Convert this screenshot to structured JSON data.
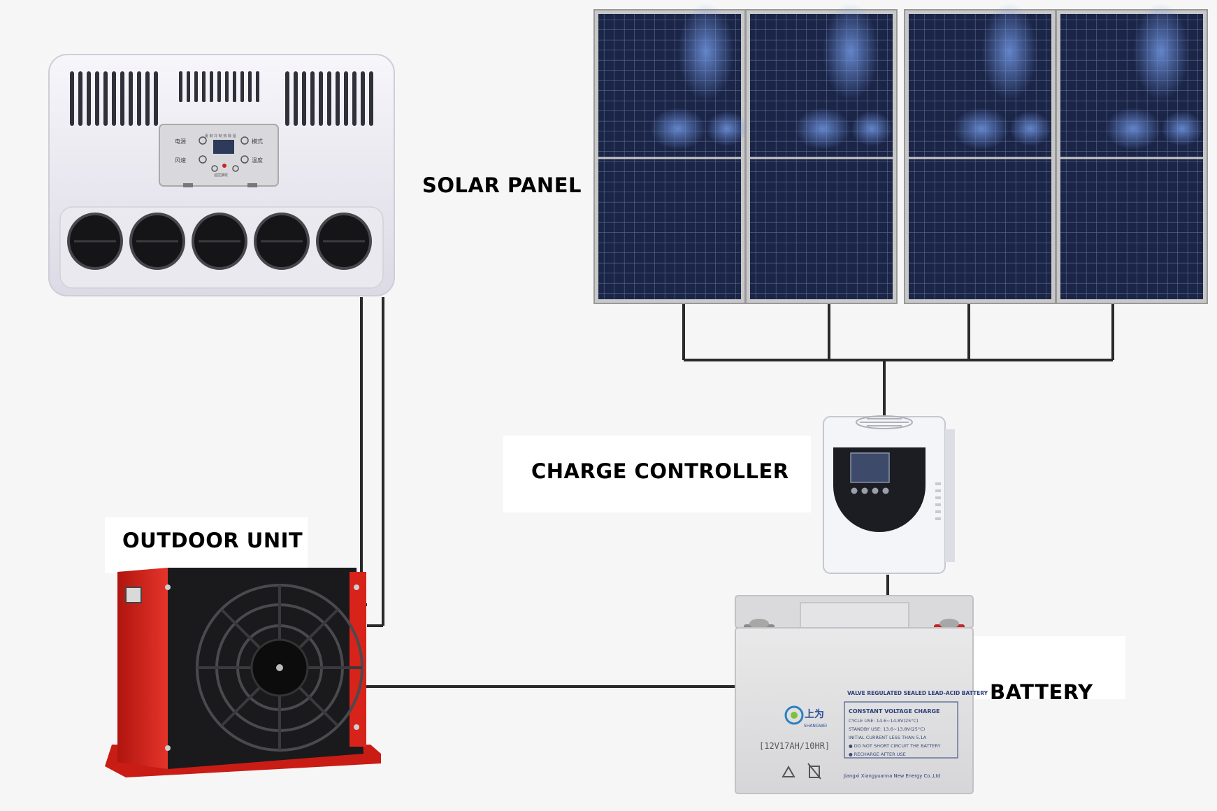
{
  "labels": {
    "solar_panel": "SOLAR PANEL",
    "charge_controller": "CHARGE CONTROLLER",
    "outdoor_unit": "OUTDOOR UNIT",
    "battery": "BATTERY"
  },
  "ac_panel": {
    "left_labels": [
      "电源",
      "风速"
    ],
    "right_labels": [
      "模式",
      "温度"
    ],
    "top_text": "夏 制 冷 制 热 除 湿",
    "bottom_text": "遥控接收"
  },
  "battery_text": {
    "brand_cn": "上为",
    "brand_en": "SHANGWEI",
    "header": "VALVE REGULATED SEALED LEAD-ACID BATTERY",
    "title": "CONSTANT VOLTAGE CHARGE",
    "lines": [
      "CYCLE USE: 14.6~14.8V(25°C)",
      "STANDBY USE: 13.6~13.8V(25°C)",
      "INITIAL CURRENT LESS THAN 5.1A",
      "● DO NOT SHORT CIRCUIT THE BATTERY",
      "● RECHARGE AFTER USE"
    ],
    "model": "[12V17AH/10HR]",
    "maker": "Jiangxi Xiangyuanna New Energy Co.,Ltd"
  },
  "colors": {
    "wire": "#2a2a2a",
    "panel_cell": "#1a2340",
    "frame": "#b9b9b9",
    "outdoor_red": "#d8231b",
    "ac_body": "#f0eef4"
  }
}
